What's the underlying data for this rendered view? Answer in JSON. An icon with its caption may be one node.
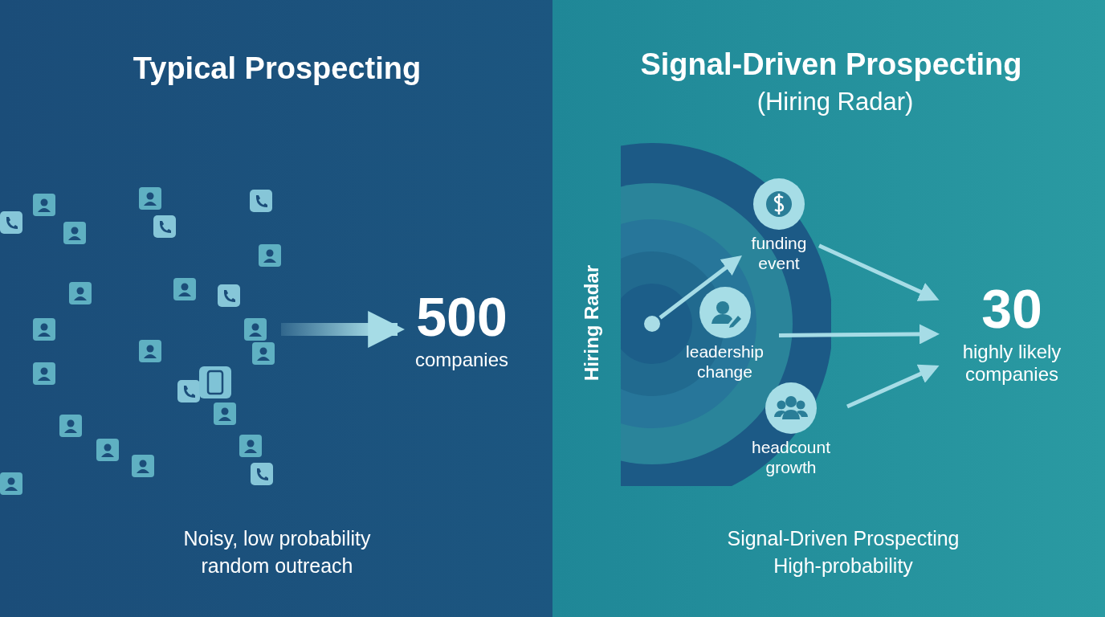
{
  "diagram": {
    "nodes": [
      {
        "text": [],
        "shape": "picture"
      },
      {
        "text": [
          "500",
          "companies"
        ]
      },
      {
        "text": [
          "Hiring Radar"
        ]
      },
      {
        "text": [],
        "shape": "circle",
        "in": 2
      },
      {
        "text": [
          "funding event"
        ],
        "in": 2
      },
      {
        "text": [
          "leadership change"
        ],
        "in": 2
      },
      {
        "text": [
          "headcount growth"
        ],
        "in": 2
      },
      {
        "text": [
          "30",
          "highly likely companies"
        ]
      }
    ],
    "edges": [
      {
        "from": 0,
        "to": 1,
        "arrow": "to",
        "style": "thick"
      },
      {
        "from": 3,
        "to": 4,
        "arrow": "to"
      },
      {
        "from": 4,
        "to": 7,
        "arrow": "to"
      },
      {
        "from": 5,
        "to": 7,
        "arrow": "to"
      },
      {
        "from": 6,
        "to": 7,
        "arrow": "to"
      }
    ],
    "labels": [
      "Typical Prospecting",
      "Signal-Driven Prospecting",
      "(Hiring Radar)",
      "Noisy, low probability random outreach",
      "Signal-Driven Prospecting High-probability"
    ]
  }
}
